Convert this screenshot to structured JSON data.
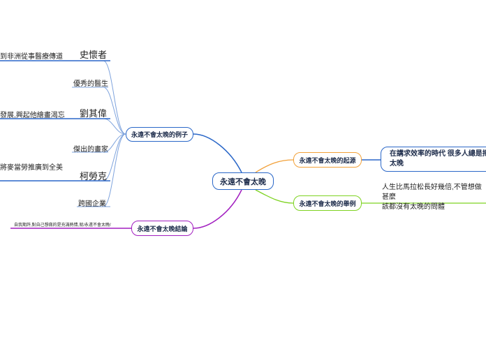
{
  "center": {
    "label": "永遠不會太晚"
  },
  "branches": {
    "examples": {
      "label": "永遠不會太晚的例子"
    },
    "origin": {
      "label": "永遠不會太晚的起源"
    },
    "cases": {
      "label": "永遠不會太晚的舉例"
    },
    "conclusion": {
      "label": "永遠不會太晚結論"
    }
  },
  "examples": {
    "p1_name": "史懷者",
    "p1_detail": "到非洲從事醫療傳道",
    "p1_role": "優秀的醫生",
    "p2_name": "劉其偉",
    "p2_detail": "發展,興起他繪畫渴忘",
    "p2_role": "傑出的畫家",
    "p3_name": "柯勞克",
    "p3_detail": "將麥當勞推廣到全美",
    "p3_role": "跨國企業"
  },
  "origin": {
    "line1": "在講求效率的時代 很多人總是把",
    "line2": "太晚"
  },
  "cases": {
    "line1": "人生比馬拉松長好幾倍,不管想做甚麼",
    "line2": "該都沒有太晚的問體"
  },
  "conclusion": {
    "text": "自我期許,對自己想做的是充滿熱情,就/永遠不會太晚/"
  },
  "colors": {
    "blue": "#2a67c8",
    "light_blue": "#7ea3dd",
    "orange": "#f2a13a",
    "green": "#7ed321",
    "purple": "#a21fc0"
  }
}
